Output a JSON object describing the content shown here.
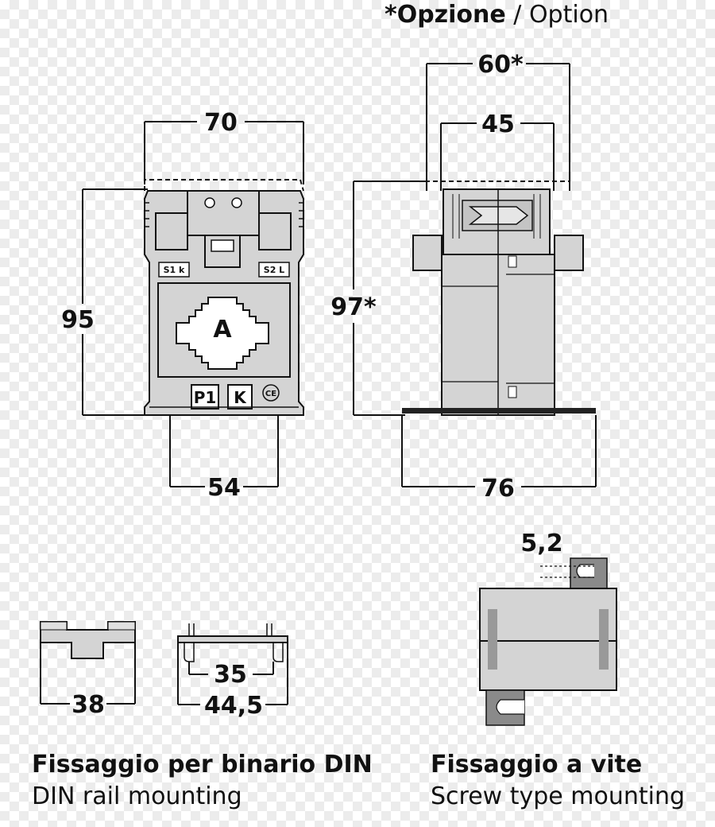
{
  "option_note": {
    "star": "*",
    "it": "Opzione",
    "sep": " / ",
    "en": "Option"
  },
  "front_view": {
    "width": "70",
    "height": "95",
    "base": "54",
    "center_label": "A",
    "terminal_s1": "S1 k",
    "terminal_s2": "S2 L",
    "mark_p1": "P1",
    "mark_k": "K",
    "mark_ce": "CE"
  },
  "side_view": {
    "outer_width": "60*",
    "inner_width": "45",
    "height": "97*",
    "rail_width": "76"
  },
  "din_detail": {
    "clip_width": "38",
    "rail_inner": "35",
    "rail_outer": "44,5"
  },
  "screw_detail": {
    "hole": "5,2"
  },
  "captions": {
    "din_it": "Fissaggio per binario DIN",
    "din_en": "DIN rail mounting",
    "screw_it": "Fissaggio a vite",
    "screw_en": "Screw type mounting"
  },
  "colors": {
    "body": "#d4d4d4",
    "dark": "#8a8a8a",
    "line": "#111111"
  }
}
